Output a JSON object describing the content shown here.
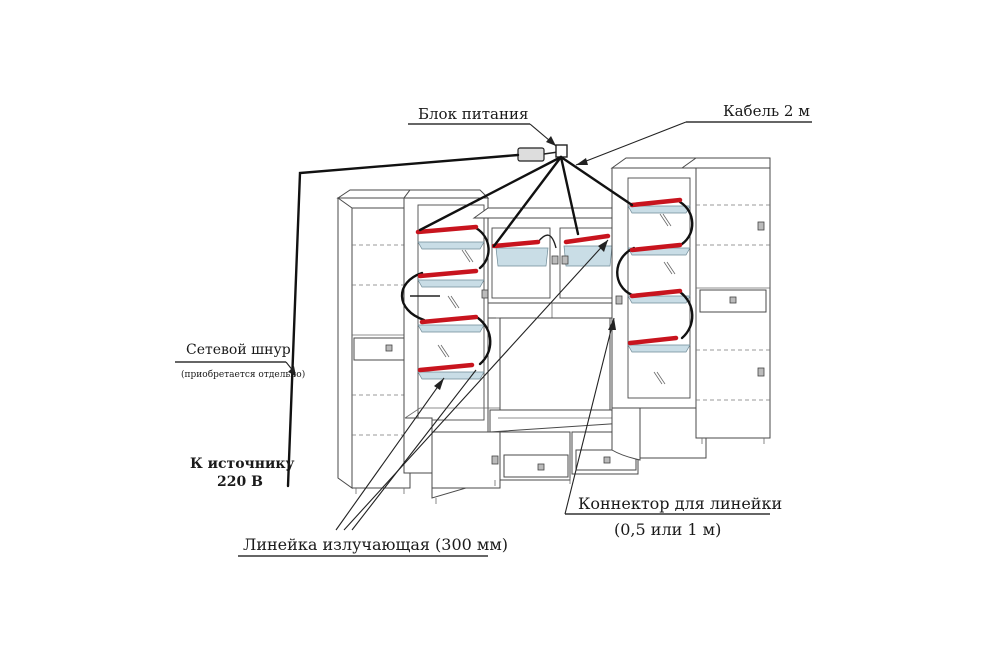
{
  "labels": {
    "power_unit": "Блок питания",
    "cable": "Кабель 2 м",
    "power_cord": "Сетевой шнур",
    "power_cord_note": "(приобретается отдельно)",
    "source_line1": "К источнику",
    "source_line2": "220 В",
    "connector_line1": "Коннектор для линейки",
    "connector_line2": "(0,5 или 1 м)",
    "strip": "Линейка излучающая (300 мм)"
  },
  "colors": {
    "led_strip": "#c8141e",
    "glass_shelf": "#c9dde6",
    "wire": "#111111"
  }
}
